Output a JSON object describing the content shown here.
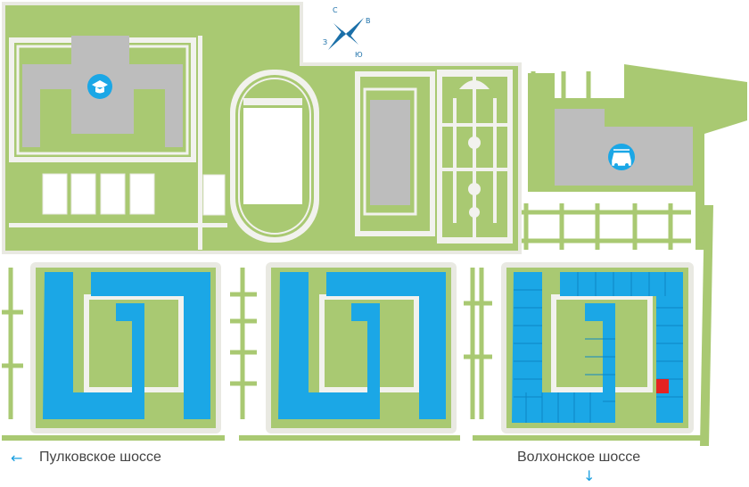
{
  "colors": {
    "background": "#ffffff",
    "park": "#a9c972",
    "park_dark": "#97ba5e",
    "pavement": "#f2f2ee",
    "outline": "#e4e4dc",
    "building_grey": "#bdbdbd",
    "residential": "#1ba7e6",
    "residential_dark": "#0e86c4",
    "highlight": "#e42322",
    "icon_circle": "#1ba7e6"
  },
  "compass": {
    "north": "С",
    "east": "В",
    "south": "Ю",
    "west": "З"
  },
  "icons": {
    "school": "graduation-cap-icon",
    "parking": "car-icon"
  },
  "roads": {
    "left": {
      "label": "Пулковское шоссе",
      "arrow": "←"
    },
    "right": {
      "label": "Волхонское шоссе",
      "arrow": "↓"
    }
  }
}
